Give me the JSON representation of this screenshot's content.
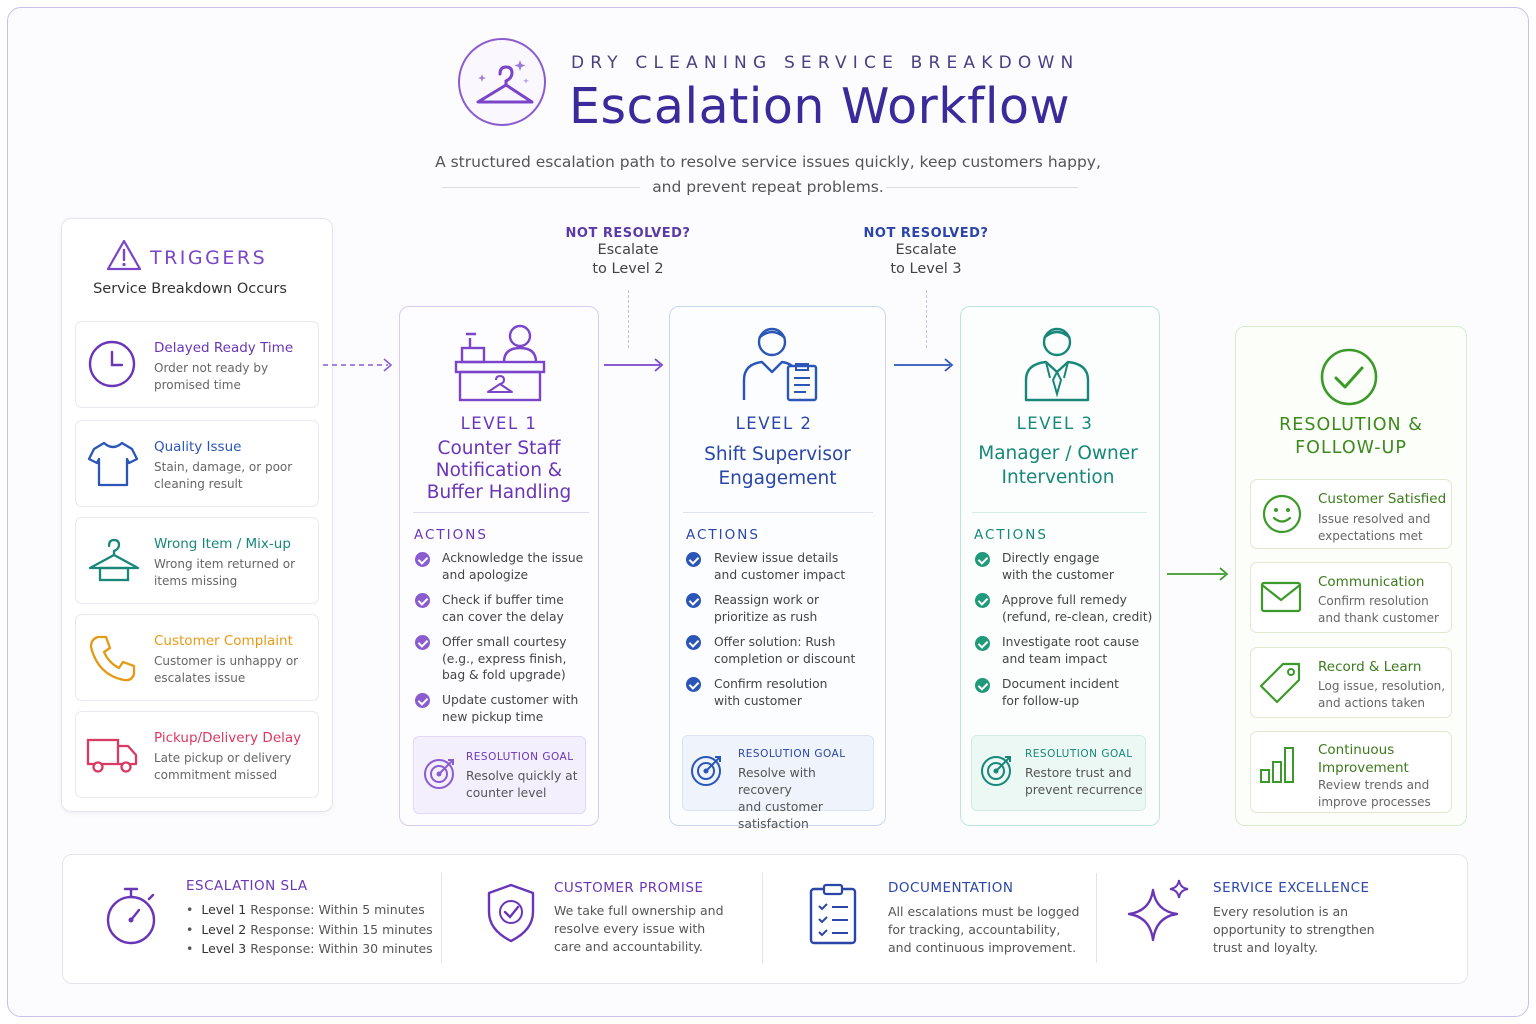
{
  "header": {
    "kicker": "DRY CLEANING SERVICE BREAKDOWN",
    "title": "Escalation Workflow",
    "subtitle_line1": "A structured escalation path to resolve service issues quickly, keep customers happy,",
    "subtitle_line2": "and prevent repeat problems."
  },
  "triggers": {
    "heading": "TRIGGERS",
    "subheading": "Service Breakdown Occurs",
    "items": [
      {
        "title": "Delayed Ready Time",
        "desc": "Order not ready by promised time",
        "color": "#6a36b8",
        "icon": "clock-icon"
      },
      {
        "title": "Quality Issue",
        "desc": "Stain, damage, or poor cleaning result",
        "color": "#2b56b8",
        "icon": "shirt-icon"
      },
      {
        "title": "Wrong Item / Mix-up",
        "desc": "Wrong item returned or items missing",
        "color": "#18877a",
        "icon": "hanger-icon"
      },
      {
        "title": "Customer Complaint",
        "desc": "Customer is unhappy or escalates issue",
        "color": "#e59a16",
        "icon": "phone-icon"
      },
      {
        "title": "Pickup/Delivery Delay",
        "desc": "Late pickup or delivery commitment missed",
        "color": "#d93a63",
        "icon": "truck-icon"
      }
    ]
  },
  "connectors": [
    {
      "title": "NOT RESOLVED?",
      "line1": "Escalate",
      "line2": "to Level 2"
    },
    {
      "title": "NOT RESOLVED?",
      "line1": "Escalate",
      "line2": "to Level 3"
    }
  ],
  "levels": [
    {
      "label": "LEVEL 1",
      "title": [
        "Counter Staff",
        "Notification &",
        "Buffer Handling"
      ],
      "actions_heading": "ACTIONS",
      "actions": [
        [
          "Acknowledge the issue",
          "and apologize"
        ],
        [
          "Check if buffer time",
          "can cover the delay"
        ],
        [
          "Offer small courtesy",
          "(e.g., express finish,",
          "bag & fold upgrade)"
        ],
        [
          "Update customer with",
          "new pickup time"
        ]
      ],
      "goal_heading": "RESOLUTION GOAL",
      "goal": [
        "Resolve quickly at",
        "counter level"
      ]
    },
    {
      "label": "LEVEL 2",
      "title": [
        "Shift Supervisor",
        "Engagement"
      ],
      "actions_heading": "ACTIONS",
      "actions": [
        [
          "Review issue details",
          "and customer impact"
        ],
        [
          "Reassign work or",
          "prioritize as rush"
        ],
        [
          "Offer solution: Rush",
          "completion or discount"
        ],
        [
          "Confirm resolution",
          "with customer"
        ]
      ],
      "goal_heading": "RESOLUTION GOAL",
      "goal": [
        "Resolve with recovery",
        "and customer satisfaction"
      ]
    },
    {
      "label": "LEVEL 3",
      "title": [
        "Manager / Owner",
        "Intervention"
      ],
      "actions_heading": "ACTIONS",
      "actions": [
        [
          "Directly engage",
          "with the customer"
        ],
        [
          "Approve full remedy",
          "(refund, re-clean, credit)"
        ],
        [
          "Investigate root cause",
          "and team impact"
        ],
        [
          "Document incident",
          "for follow-up"
        ]
      ],
      "goal_heading": "RESOLUTION GOAL",
      "goal": [
        "Restore trust and",
        "prevent recurrence"
      ]
    }
  ],
  "resolution": {
    "heading_line1": "RESOLUTION &",
    "heading_line2": "FOLLOW-UP",
    "items": [
      {
        "title": [
          "Customer Satisfied"
        ],
        "desc": [
          "Issue resolved and",
          "expectations met"
        ],
        "icon": "smiley-icon"
      },
      {
        "title": [
          "Communication"
        ],
        "desc": [
          "Confirm resolution",
          "and thank customer"
        ],
        "icon": "envelope-icon"
      },
      {
        "title": [
          "Record & Learn"
        ],
        "desc": [
          "Log issue, resolution,",
          "and actions taken"
        ],
        "icon": "tag-icon"
      },
      {
        "title": [
          "Continuous",
          "Improvement"
        ],
        "desc": [
          "Review trends and",
          "improve processes"
        ],
        "icon": "bar-chart-icon"
      }
    ]
  },
  "footer": {
    "sla": {
      "heading": "ESCALATION SLA",
      "items": [
        {
          "level": "Level 1",
          "text": " Response: Within 5 minutes"
        },
        {
          "level": "Level 2",
          "text": " Response: Within 15 minutes"
        },
        {
          "level": "Level 3",
          "text": " Response: Within 30 minutes"
        }
      ]
    },
    "promise": {
      "heading": "CUSTOMER PROMISE",
      "lines": [
        "We take full ownership and",
        "resolve every issue with",
        "care and accountability."
      ]
    },
    "documentation": {
      "heading": "DOCUMENTATION",
      "lines": [
        "All escalations must be logged",
        "for tracking, accountability,",
        "and continuous improvement."
      ]
    },
    "excellence": {
      "heading": "SERVICE EXCELLENCE",
      "lines": [
        "Every resolution is an",
        "opportunity to strengthen",
        "trust and loyalty."
      ]
    }
  },
  "colors": {
    "purple": "#7a45c8",
    "navy": "#3a2a9a",
    "blue": "#2b56b8",
    "teal": "#18877a",
    "green": "#3c9a2a"
  }
}
